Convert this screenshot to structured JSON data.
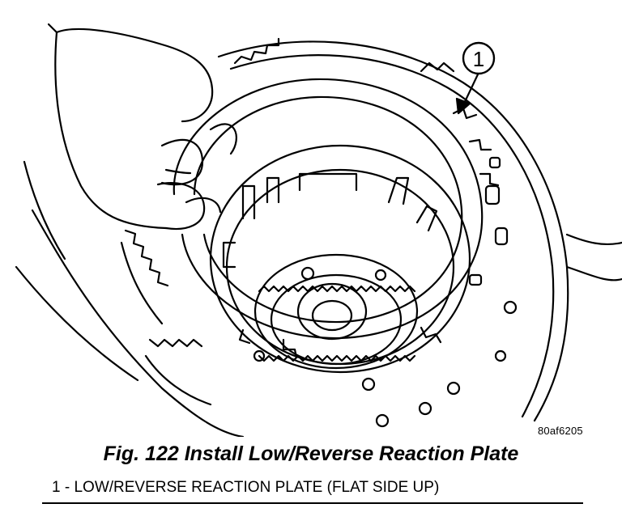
{
  "figure": {
    "callout_number": "1",
    "image_code": "80af6205",
    "caption": "Fig. 122 Install Low/Reverse Reaction Plate"
  },
  "legend": {
    "items": [
      {
        "number": "1",
        "separator": " - ",
        "text": "LOW/REVERSE REACTION PLATE (FLAT SIDE UP)"
      }
    ]
  }
}
